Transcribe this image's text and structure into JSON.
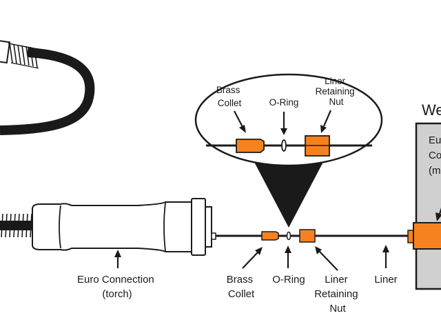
{
  "colors": {
    "part_orange": "#f5821f",
    "outline": "#1a1a1a",
    "welder_panel": "#d0d0d0",
    "handle_fill": "#ffffff"
  },
  "labels": {
    "euro_torch": [
      "Euro Connection",
      "(torch)"
    ],
    "brass_collet": [
      "Brass",
      "Collet"
    ],
    "o_ring": [
      "O-Ring"
    ],
    "liner_nut": [
      "Liner",
      "Retaining",
      "Nut"
    ],
    "liner": [
      "Liner"
    ]
  },
  "zoom_labels": {
    "brass_collet": [
      "Brass",
      "Collet"
    ],
    "o_ring": [
      "O-Ring"
    ],
    "liner_nut": [
      "Liner",
      "Retaining",
      "Nut"
    ]
  },
  "welder": {
    "title_partial": "We",
    "lines_partial": [
      "Eu",
      "Co",
      "(m"
    ]
  }
}
